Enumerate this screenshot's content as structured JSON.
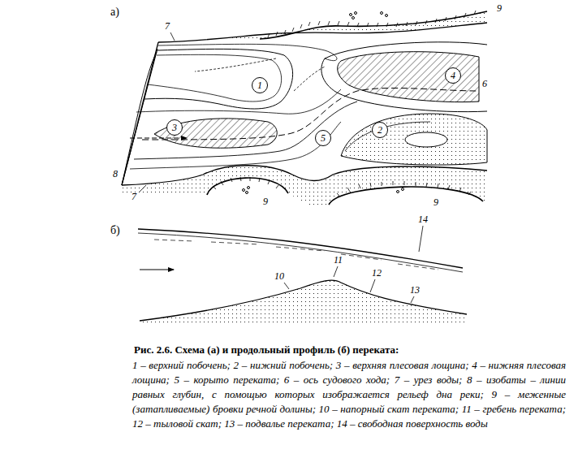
{
  "diagram": {
    "caption": "Рис. 2.6. Схема (а) и продольный профиль (б) переката:",
    "nodes": [
      {
        "text": [
          "1"
        ]
      },
      {
        "text": [
          "2"
        ]
      },
      {
        "text": [
          "3"
        ]
      },
      {
        "text": [
          "4"
        ]
      },
      {
        "text": [
          "5"
        ]
      }
    ],
    "edges": [],
    "labels": [
      "а)",
      "б)",
      "6",
      "7",
      "7",
      "8",
      "9",
      "9",
      "9",
      "10",
      "11",
      "12",
      "13",
      "14",
      "1 – верхний побочень; 2 – нижний побочень; 3 – верхняя плесовая лощина; 4 – нижняя плесовая лощина; 5 – корыто переката; 6 – ось судового хода; 7 – урез воды; 8 – изобаты – линии равных глубин, с помощью которых изображается рельеф дна реки; 9 – меженные (затапливаемые) бровки речной долины; 10 – напорный скат переката; 11 – гребень переката; 12 – тыловой скат; 13 – подвалье переката; 14 – свободная поверхность воды"
    ]
  }
}
